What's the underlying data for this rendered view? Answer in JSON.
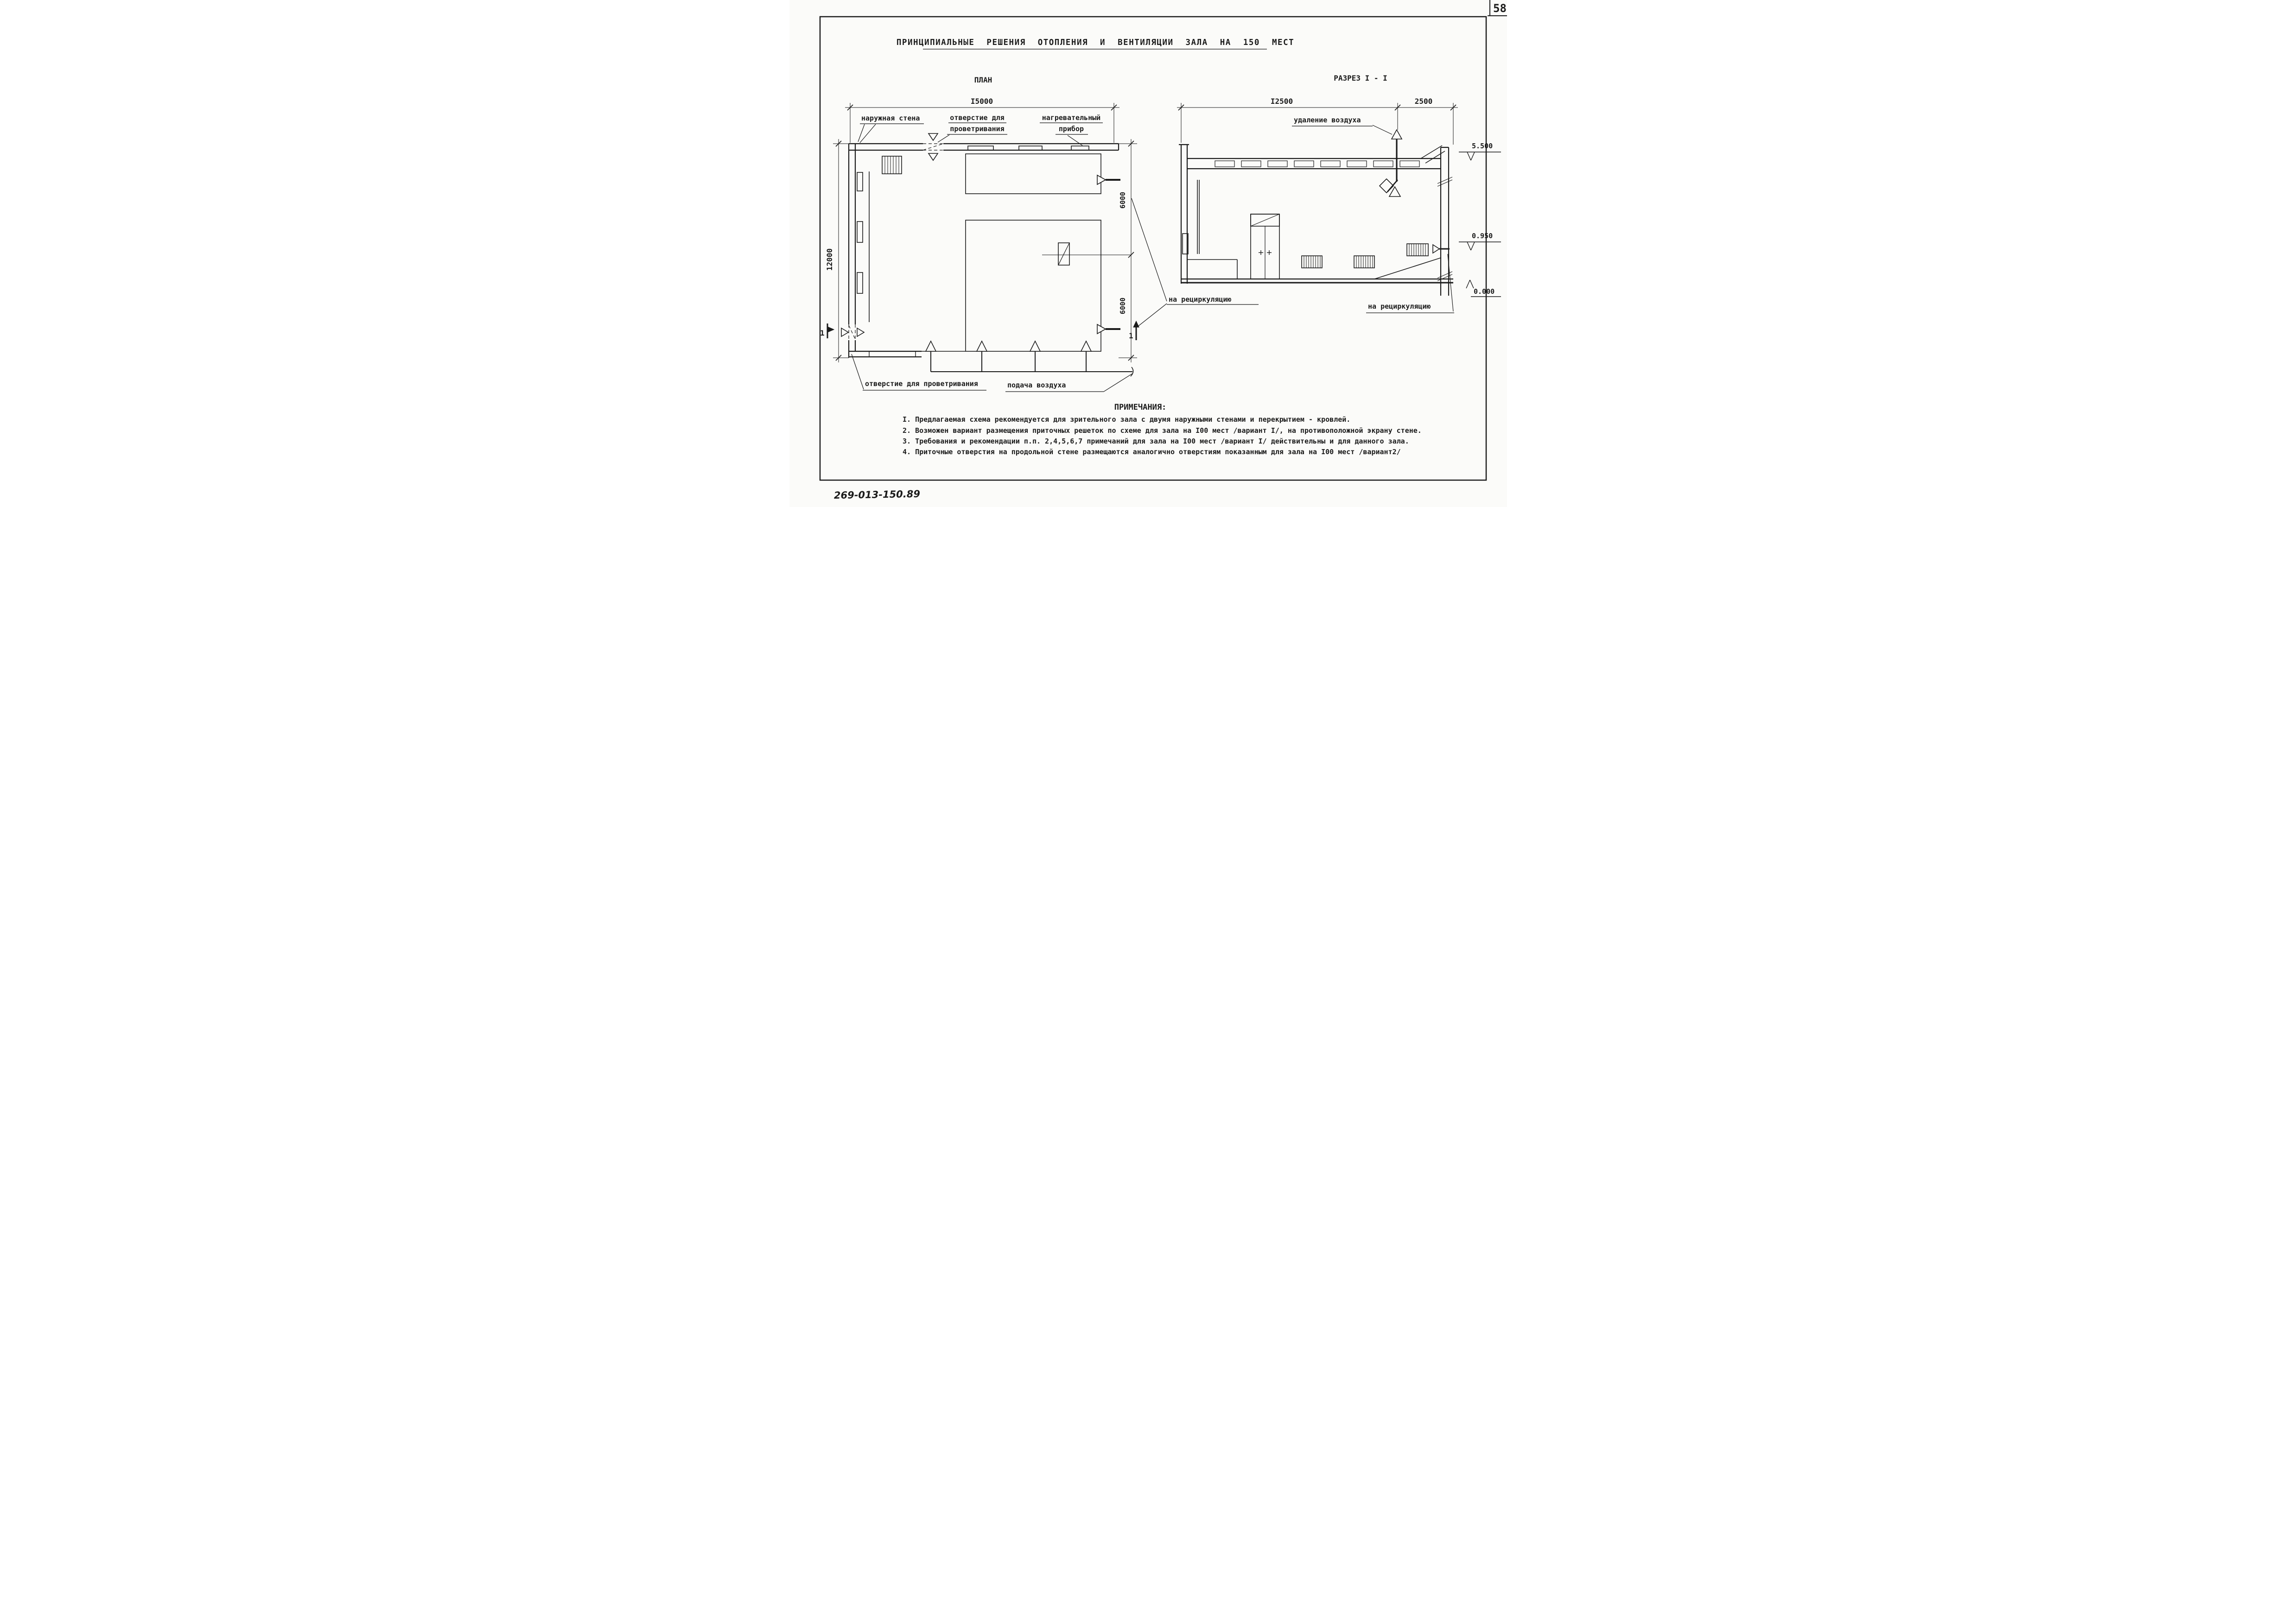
{
  "page": {
    "number": "58",
    "doc_code": "269-013-150.89",
    "title": "ПРИНЦИПИАЛЬНЫЕ РЕШЕНИЯ ОТОПЛЕНИЯ И ВЕНТИЛЯЦИИ ЗАЛА НА 150 МЕСТ"
  },
  "colors": {
    "ink": "#1b1b1b",
    "paper": "#fbfbf9"
  },
  "plan": {
    "heading": "ПЛАН",
    "dim_top": "I5000",
    "dim_left": "12000",
    "dim_right_top": "6000",
    "dim_right_bottom": "6000",
    "section_mark_left": "1",
    "section_mark_right": "1",
    "labels": {
      "outer_wall": "наружная стена",
      "vent_opening_line1": "отверстие для",
      "vent_opening_line2": "проветривания",
      "heater_line1": "нагревательный",
      "heater_line2": "прибор",
      "recirculation": "на рециркуляцию",
      "vent_opening_bottom": "отверстие для проветривания",
      "air_supply": "подача воздуха"
    }
  },
  "section": {
    "heading": "РАЗРЕЗ  I - I",
    "dim_left": "I2500",
    "dim_right": "2500",
    "labels": {
      "air_removal": "удаление  воздуха",
      "recirculation": "на рециркуляцию"
    },
    "elevations": [
      "5.500",
      "0.950",
      "0.000"
    ]
  },
  "icons": {
    "supply_diffuser": "triangle-up-outline",
    "exhaust_vent": "triangle-down-outline",
    "recirculation_grille": "triangle-right-outline",
    "fan": "diamond-outline"
  },
  "notes": {
    "heading": "ПРИМЕЧАНИЯ:",
    "items": [
      "I. Предлагаемая схема рекомендуется для зрительного зала с двумя наружными стенами и перекрытием - кровлей.",
      "2. Возможен вариант размещения приточных решеток по схеме для зала на I00 мест /вариант I/, на противоположной экрану стене.",
      "3. Требования и рекомендации п.п. 2,4,5,6,7 примечаний для зала на I00 мест /вариант I/ действительны и для данного зала.",
      "4. Приточные отверстия на продольной стене размещаются аналогично отверстиям показанным для зала на I00 мест /вариант2/"
    ]
  }
}
